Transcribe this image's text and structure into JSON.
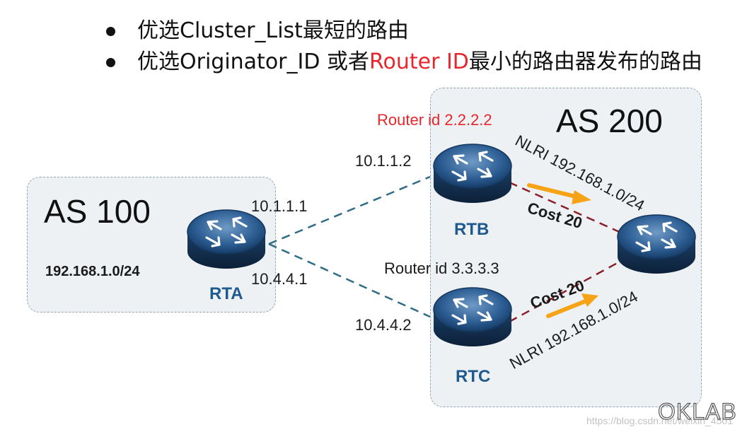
{
  "bullets": [
    {
      "text": "优选Cluster_List最短的路由"
    },
    {
      "text_a": "优选Originator_ID 或者",
      "text_red": "Router ID",
      "text_b": "最小的路由器发布的路由"
    }
  ],
  "as100": {
    "label": "AS 100",
    "prefix": "192.168.1.0/24"
  },
  "as200": {
    "label": "AS 200"
  },
  "rta": {
    "name": "RTA",
    "ip_top": "10.1.1.1",
    "ip_bottom": "10.4.4.1"
  },
  "rtb": {
    "name": "RTB",
    "ip": "10.1.1.2",
    "router_id": "Router id 2.2.2.2",
    "cost": "Cost 20",
    "nlri": "NLRI 192.168.1.0/24"
  },
  "rtc": {
    "name": "RTC",
    "ip": "10.4.4.2",
    "router_id": "Router id 3.3.3.3",
    "cost": "Cost 20",
    "nlri": "NLRI 192.168.1.0/24"
  },
  "logo": "OKLAB",
  "watermark": "https://blog.csdn.net/weixin_4501",
  "colors": {
    "router_id_highlight": "#e8262b",
    "router_name": "#1f5a8f",
    "ebgp_link": "#2f6c86",
    "ibgp_link": "#8a1f2a",
    "arrow": "#f6a317"
  }
}
